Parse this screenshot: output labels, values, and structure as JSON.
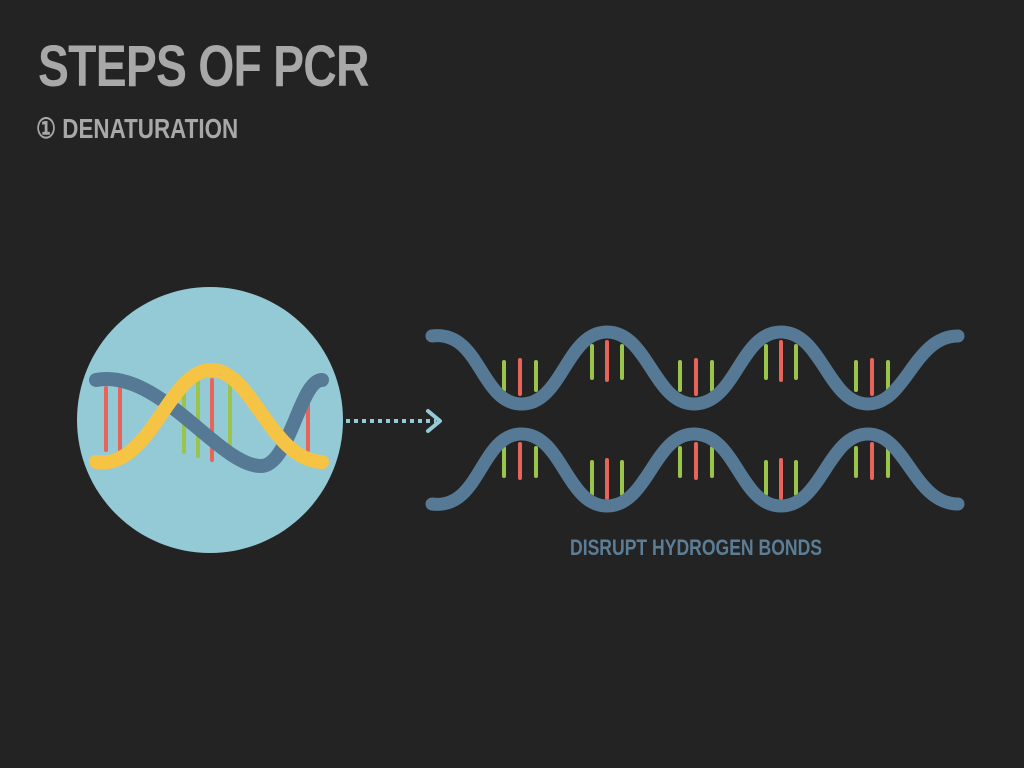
{
  "slide": {
    "title": "STEPS OF PCR",
    "subtitle": "① DENATURATION"
  },
  "diagram": {
    "caption": "DISRUPT HYDROGEN BONDS",
    "icon_names": [
      "dna-double-helix-icon",
      "dna-single-strand-icon",
      "dotted-arrow-icon"
    ],
    "colors": {
      "background": "#232323",
      "title_text": "#a8a8a8",
      "circle_fill": "#93cad5",
      "strand_blue": "#567a95",
      "strand_yellow": "#f6c445",
      "base_red": "#e8645a",
      "base_green": "#9ac44a",
      "arrow": "#93cad5",
      "caption_text": "#5b7d95"
    }
  }
}
